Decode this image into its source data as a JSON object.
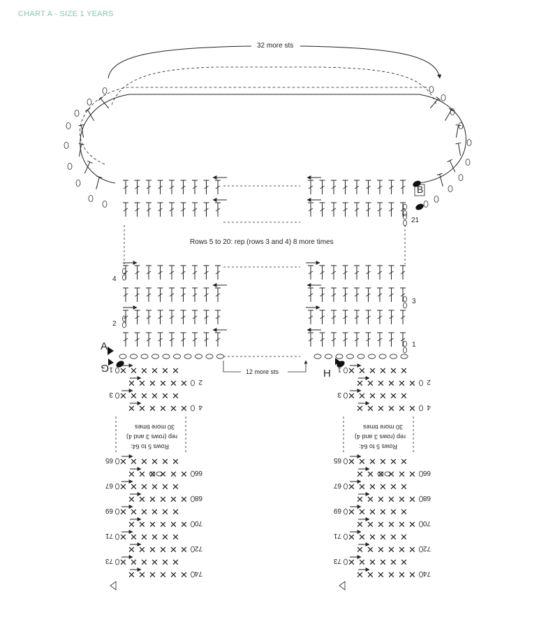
{
  "title": "CHART A - SIZE 1 YEARS",
  "accent_color": "#7dc8b0",
  "line_color": "#222222",
  "annotations": {
    "top_more": "32 more sts",
    "rows_repeat": "Rows 5 to 20: rep (rows 3 and 4) 8 more times",
    "bottom_more": "12 more sts",
    "leg_note_line1": "Rows 5 to 64:",
    "leg_note_line2": "rep (rows 3 and 4)",
    "leg_note_line3": "30 more times"
  },
  "markers": {
    "a": "A",
    "b": "B",
    "g": "G",
    "h": "H"
  },
  "body_row_numbers": {
    "r1": "1",
    "r2": "2",
    "r3": "3",
    "r4": "4",
    "r21": "21"
  },
  "legs": {
    "row_numbers": [
      "1",
      "2",
      "3",
      "4",
      "65",
      "66",
      "67",
      "68",
      "69",
      "70",
      "71",
      "72",
      "73",
      "74"
    ]
  }
}
